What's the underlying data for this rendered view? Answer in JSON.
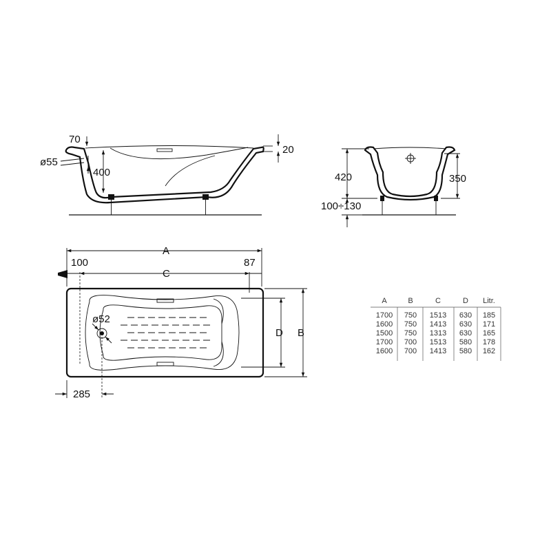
{
  "side_view": {
    "dim_rim_height": "70",
    "dim_overflow_diameter": "ø55",
    "dim_depth": "400",
    "dim_rim_thickness": "20"
  },
  "end_view": {
    "dim_height": "420",
    "dim_inner_depth": "350",
    "dim_leg_range": "100÷130"
  },
  "plan_view": {
    "dim_a": "A",
    "dim_c": "C",
    "dim_d": "D",
    "dim_b": "B",
    "dim_left_offset": "100",
    "dim_right_offset": "87",
    "dim_drain_diameter": "ø52",
    "dim_drain_position": "285"
  },
  "table": {
    "headers": [
      "A",
      "B",
      "C",
      "D",
      "Litr."
    ],
    "rows": [
      [
        "1700",
        "750",
        "1513",
        "630",
        "185"
      ],
      [
        "1600",
        "750",
        "1413",
        "630",
        "171"
      ],
      [
        "1500",
        "750",
        "1313",
        "630",
        "165"
      ],
      [
        "1700",
        "700",
        "1513",
        "580",
        "178"
      ],
      [
        "1600",
        "700",
        "1413",
        "580",
        "162"
      ]
    ]
  }
}
